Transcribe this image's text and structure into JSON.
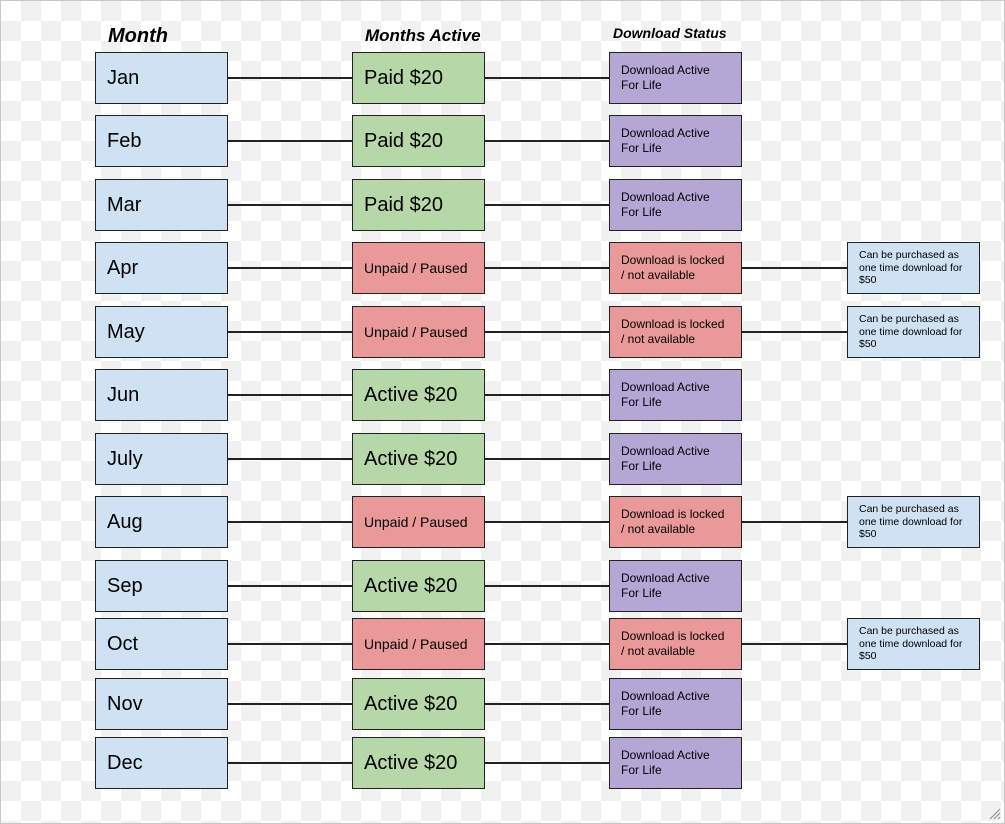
{
  "headers": {
    "month": "Month",
    "months_active": "Months Active",
    "download_status": "Download Status"
  },
  "colors": {
    "month_fill": "#cfe2f3",
    "paid_fill": "#b6d7a8",
    "unpaid_fill": "#ea9999",
    "download_active_fill": "#b4a7d6",
    "locked_fill": "#ea9999",
    "note_fill": "#cfe2f3"
  },
  "rows": [
    {
      "month": "Jan",
      "active": "Paid $20",
      "active_state": "paid",
      "status_line1": "Download Active",
      "status_line2": "For Life",
      "status_state": "active",
      "note": ""
    },
    {
      "month": "Feb",
      "active": "Paid $20",
      "active_state": "paid",
      "status_line1": "Download Active",
      "status_line2": "For Life",
      "status_state": "active",
      "note": ""
    },
    {
      "month": "Mar",
      "active": "Paid $20",
      "active_state": "paid",
      "status_line1": "Download Active",
      "status_line2": "For Life",
      "status_state": "active",
      "note": ""
    },
    {
      "month": "Apr",
      "active": "Unpaid / Paused",
      "active_state": "unpaid",
      "status_line1": "Download is locked",
      "status_line2": "/ not available",
      "status_state": "locked",
      "note": "Can be purchased as one time download for $50"
    },
    {
      "month": "May",
      "active": "Unpaid / Paused",
      "active_state": "unpaid",
      "status_line1": "Download is locked",
      "status_line2": "/ not available",
      "status_state": "locked",
      "note": "Can be purchased as one time download for $50"
    },
    {
      "month": "Jun",
      "active": "Active $20",
      "active_state": "paid",
      "status_line1": "Download Active",
      "status_line2": "For Life",
      "status_state": "active",
      "note": ""
    },
    {
      "month": "July",
      "active": "Active $20",
      "active_state": "paid",
      "status_line1": "Download Active",
      "status_line2": "For Life",
      "status_state": "active",
      "note": ""
    },
    {
      "month": "Aug",
      "active": "Unpaid / Paused",
      "active_state": "unpaid",
      "status_line1": "Download is locked",
      "status_line2": "/ not available",
      "status_state": "locked",
      "note": "Can be purchased as one time download for $50"
    },
    {
      "month": "Sep",
      "active": "Active $20",
      "active_state": "paid",
      "status_line1": "Download Active",
      "status_line2": "For Life",
      "status_state": "active",
      "note": ""
    },
    {
      "month": "Oct",
      "active": "Unpaid / Paused",
      "active_state": "unpaid",
      "status_line1": "Download is locked",
      "status_line2": "/ not available",
      "status_state": "locked",
      "note": "Can be purchased as one time download for $50"
    },
    {
      "month": "Nov",
      "active": "Active $20",
      "active_state": "paid",
      "status_line1": "Download Active",
      "status_line2": "For Life",
      "status_state": "active",
      "note": ""
    },
    {
      "month": "Dec",
      "active": "Active $20",
      "active_state": "paid",
      "status_line1": "Download Active",
      "status_line2": "For Life",
      "status_state": "active",
      "note": ""
    }
  ],
  "resize_handle_icon": "resize-grip-icon"
}
